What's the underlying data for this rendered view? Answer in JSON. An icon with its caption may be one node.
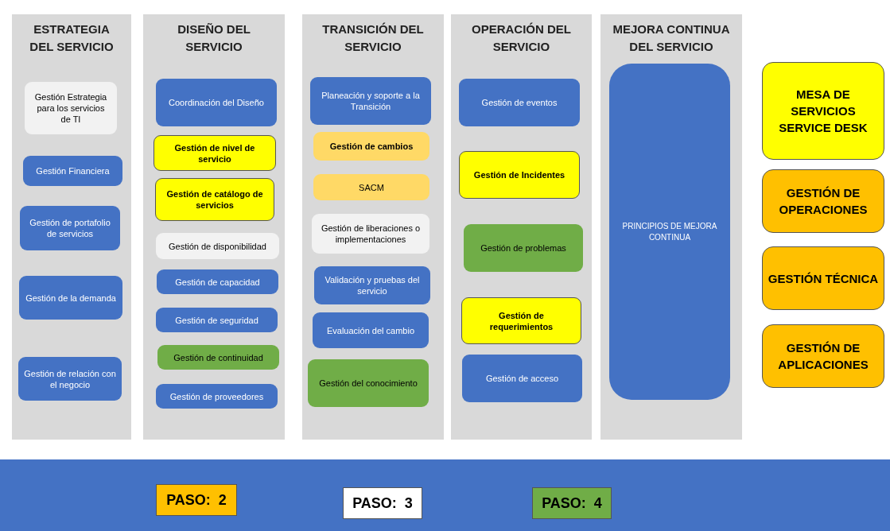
{
  "diagram": {
    "nodes": [
      {
        "text": [
          "ESTRATEGIA DEL SERVICIO"
        ]
      },
      {
        "text": [
          "Gestión Estrategia para los servicios de TI"
        ],
        "in": 0
      },
      {
        "text": [
          "Gestión Financiera"
        ],
        "in": 0
      },
      {
        "text": [
          "Gestión de portafolio de servicios"
        ],
        "in": 0
      },
      {
        "text": [
          "Gestión de la demanda"
        ],
        "in": 0
      },
      {
        "text": [
          "Gestión de relación con el negocio"
        ],
        "in": 0
      },
      {
        "text": [
          "DISEÑO DEL SERVICIO"
        ]
      },
      {
        "text": [
          "Coordinación del Diseño"
        ],
        "in": 6
      },
      {
        "text": [
          "Gestión de nivel de servicio"
        ],
        "in": 6
      },
      {
        "text": [
          "Gestión de catálogo de servicios"
        ],
        "in": 6
      },
      {
        "text": [
          "Gestión de disponibilidad"
        ],
        "in": 6
      },
      {
        "text": [
          "Gestión de capacidad"
        ],
        "in": 6
      },
      {
        "text": [
          "Gestión de seguridad"
        ],
        "in": 6
      },
      {
        "text": [
          "Gestión de continuidad"
        ],
        "in": 6
      },
      {
        "text": [
          "Gestión de proveedores"
        ],
        "in": 6
      },
      {
        "text": [
          "TRANSICIÓN DEL SERVICIO"
        ]
      },
      {
        "text": [
          "Planeación y soporte a la Transición"
        ],
        "in": 15
      },
      {
        "text": [
          "Gestión de cambios"
        ],
        "in": 15
      },
      {
        "text": [
          "SACM"
        ],
        "in": 15
      },
      {
        "text": [
          "Gestión de liberaciones o implementaciones"
        ],
        "in": 15
      },
      {
        "text": [
          "Validación y pruebas del servicio"
        ],
        "in": 15
      },
      {
        "text": [
          "Evaluación del cambio"
        ],
        "in": 15
      },
      {
        "text": [
          "Gestión del conocimiento"
        ],
        "in": 15
      },
      {
        "text": [
          "OPERACIÓN DEL SERVICIO"
        ]
      },
      {
        "text": [
          "Gestión de eventos"
        ],
        "in": 23
      },
      {
        "text": [
          "Gestión de Incidentes"
        ],
        "in": 23
      },
      {
        "text": [
          "Gestión de problemas"
        ],
        "in": 23
      },
      {
        "text": [
          "Gestión de requerimientos"
        ],
        "in": 23
      },
      {
        "text": [
          "Gestión de acceso"
        ],
        "in": 23
      },
      {
        "text": [
          "MEJORA CONTINUA DEL SERVICIO"
        ]
      },
      {
        "text": [
          "PRINCIPIOS DE MEJORA CONTINUA"
        ],
        "in": 29
      },
      {
        "text": [
          "MESA DE SERVICIOS SERVICE DESK"
        ]
      },
      {
        "text": [
          "GESTIÓN DE OPERACIONES"
        ]
      },
      {
        "text": [
          "GESTIÓN TÉCNICA"
        ]
      },
      {
        "text": [
          "GESTIÓN  DE APLICACIONES"
        ]
      },
      {
        "text": [],
        "shape": "bar"
      },
      {
        "text": [
          "PASO:  2"
        ],
        "in": 35
      },
      {
        "text": [
          "PASO:  3"
        ],
        "in": 35
      },
      {
        "text": [
          "PASO:  4"
        ],
        "in": 35
      }
    ]
  }
}
